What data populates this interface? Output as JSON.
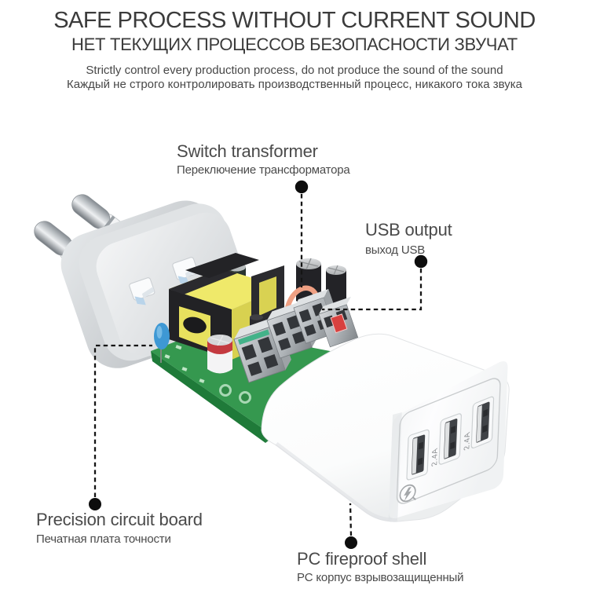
{
  "header": {
    "title": "SAFE PROCESS WITHOUT CURRENT SOUND",
    "subtitle_ru": "НЕТ ТЕКУЩИХ ПРОЦЕССОВ БЕЗОПАСНОСТИ ЗВУЧАТ",
    "desc_en": "Strictly control every production process, do not produce the sound of the sound",
    "desc_ru": "Каждый не строго контролировать производственный процесс, никакого тока звука"
  },
  "callouts": {
    "switch_transformer": {
      "en": "Switch transformer",
      "ru": "Переключение трансформатора"
    },
    "usb_output": {
      "en": "USB output",
      "ru": "выход USB"
    },
    "precision_circuit_board": {
      "en": "Precision circuit board",
      "ru": "Печатная плата точности"
    },
    "pc_fireproof_shell": {
      "en": "PC fireproof shell",
      "ru": "PC корпус взрывозащищенный"
    }
  },
  "product": {
    "port_labels": [
      "2.4A",
      "2.4A"
    ],
    "icons": {
      "quick_charge_logo": "circle-with-lightning-bolt"
    },
    "colors": {
      "pcb_green": "#35984f",
      "transformer_yellow": "#e9e263",
      "shell_white": "#ffffff",
      "plug_gray": "#d9dcdf",
      "callout_black": "#141414",
      "text_dark": "#3b3b3b"
    }
  }
}
